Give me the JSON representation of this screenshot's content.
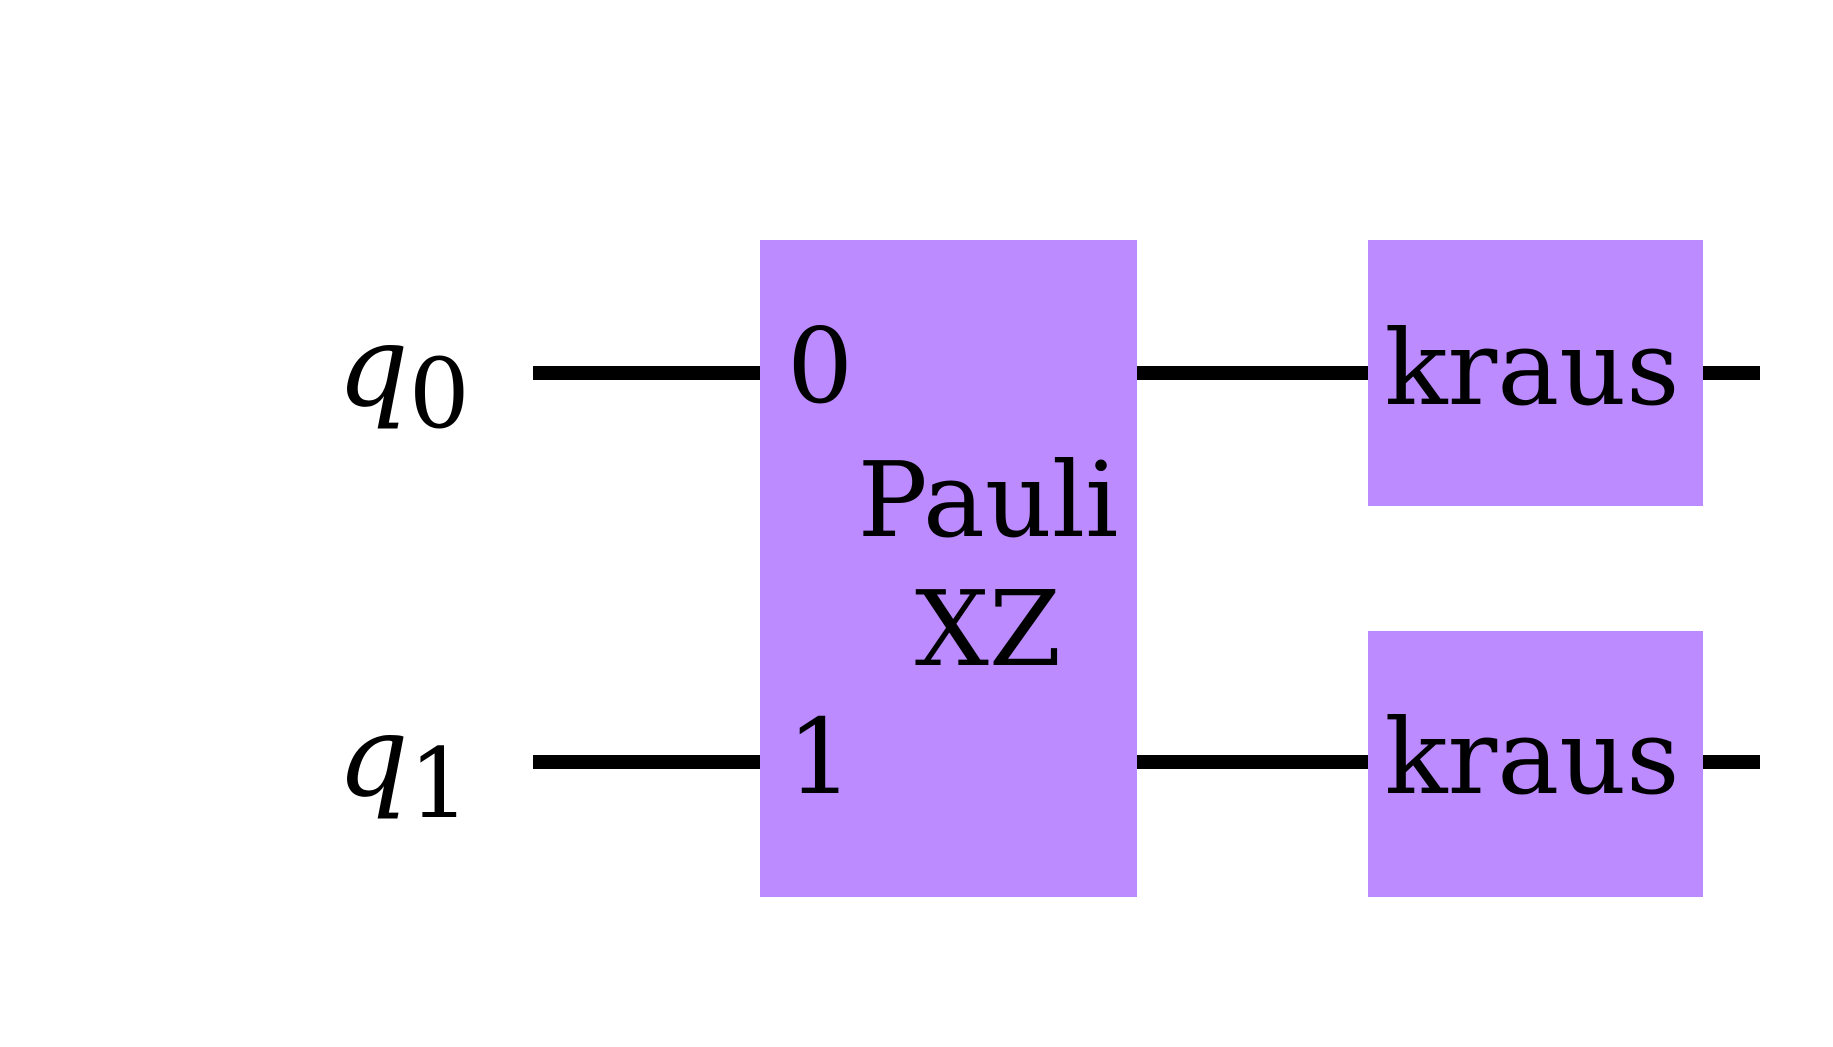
{
  "colors": {
    "gate_fill": "#bb8bff",
    "wire": "#000000",
    "background": "#ffffff"
  },
  "qubits": [
    {
      "var": "q",
      "index": "0"
    },
    {
      "var": "q",
      "index": "1"
    }
  ],
  "gates": {
    "pauli": {
      "title": "Pauli",
      "subtitle": "XZ",
      "port_0": "0",
      "port_1": "1"
    },
    "kraus_q0": {
      "label": "kraus"
    },
    "kraus_q1": {
      "label": "kraus"
    }
  }
}
